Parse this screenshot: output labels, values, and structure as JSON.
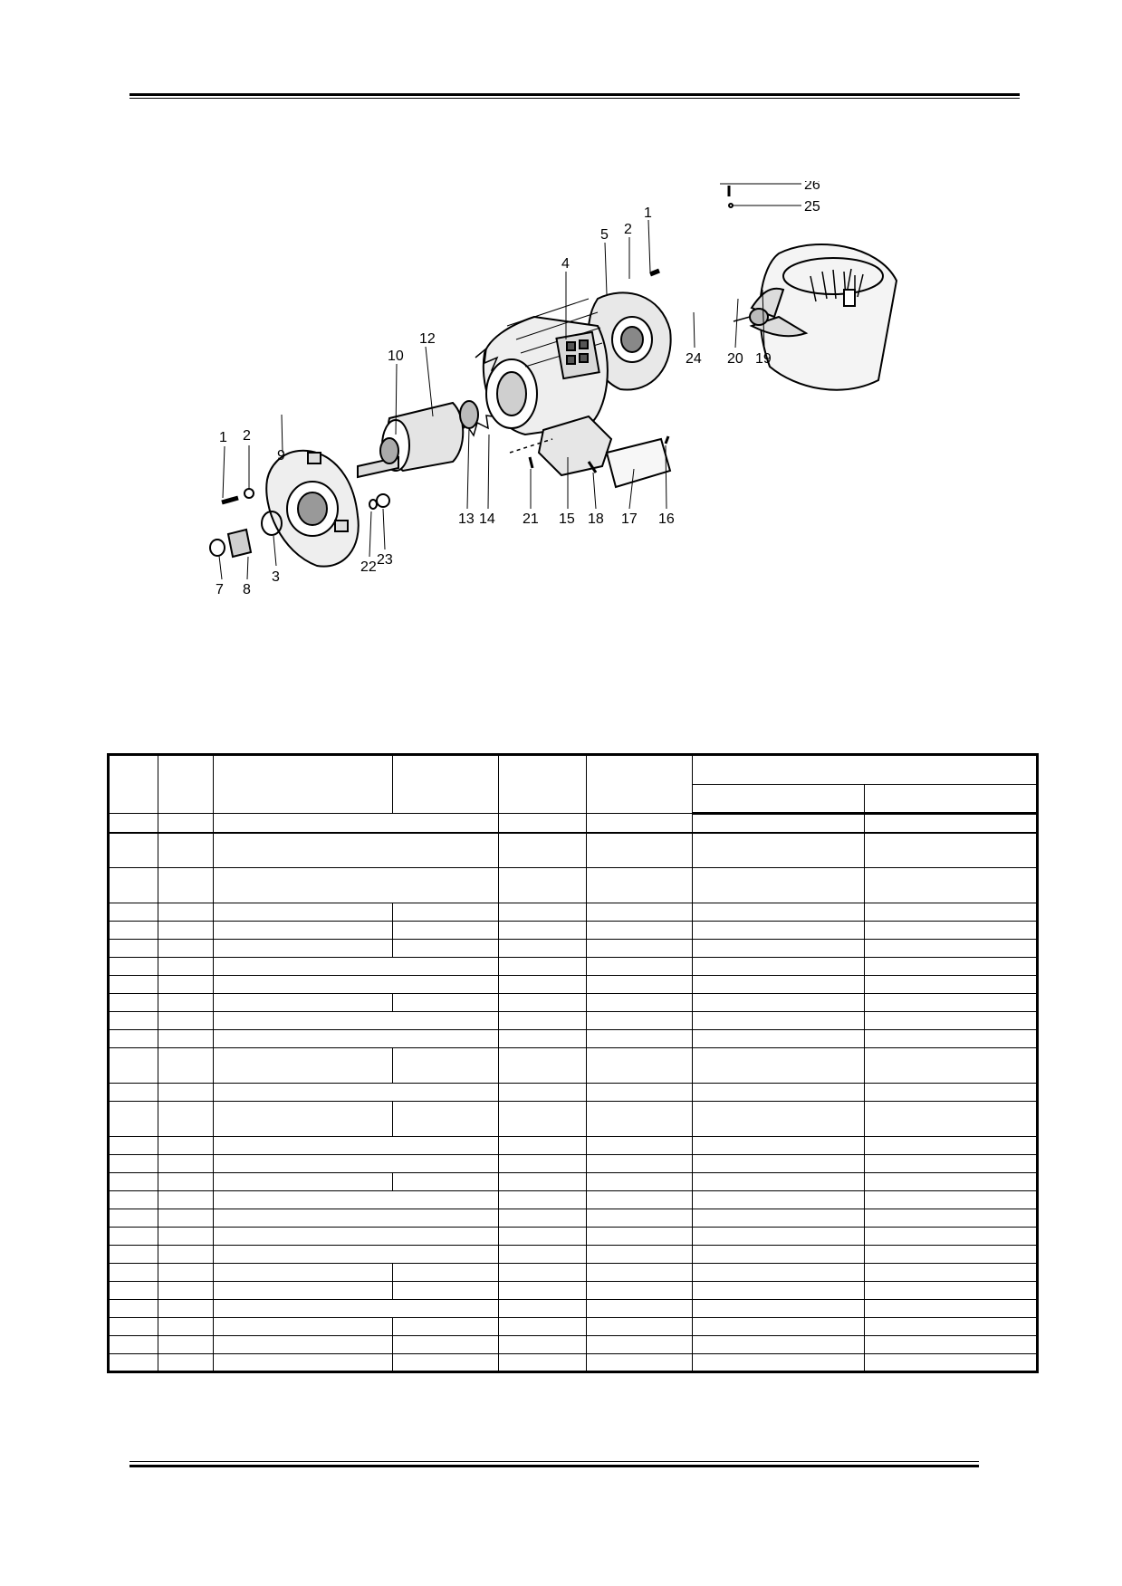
{
  "diagram": {
    "callouts": [
      "1",
      "2",
      "3",
      "4",
      "5",
      "7",
      "8",
      "9",
      "10",
      "12",
      "13",
      "14",
      "15",
      "16",
      "17",
      "18",
      "19",
      "20",
      "21",
      "22",
      "23",
      "24",
      "25",
      "26"
    ]
  },
  "parts_table": {
    "header_cells": [
      "",
      "",
      "",
      "",
      "",
      "",
      "",
      ""
    ],
    "rows": []
  }
}
